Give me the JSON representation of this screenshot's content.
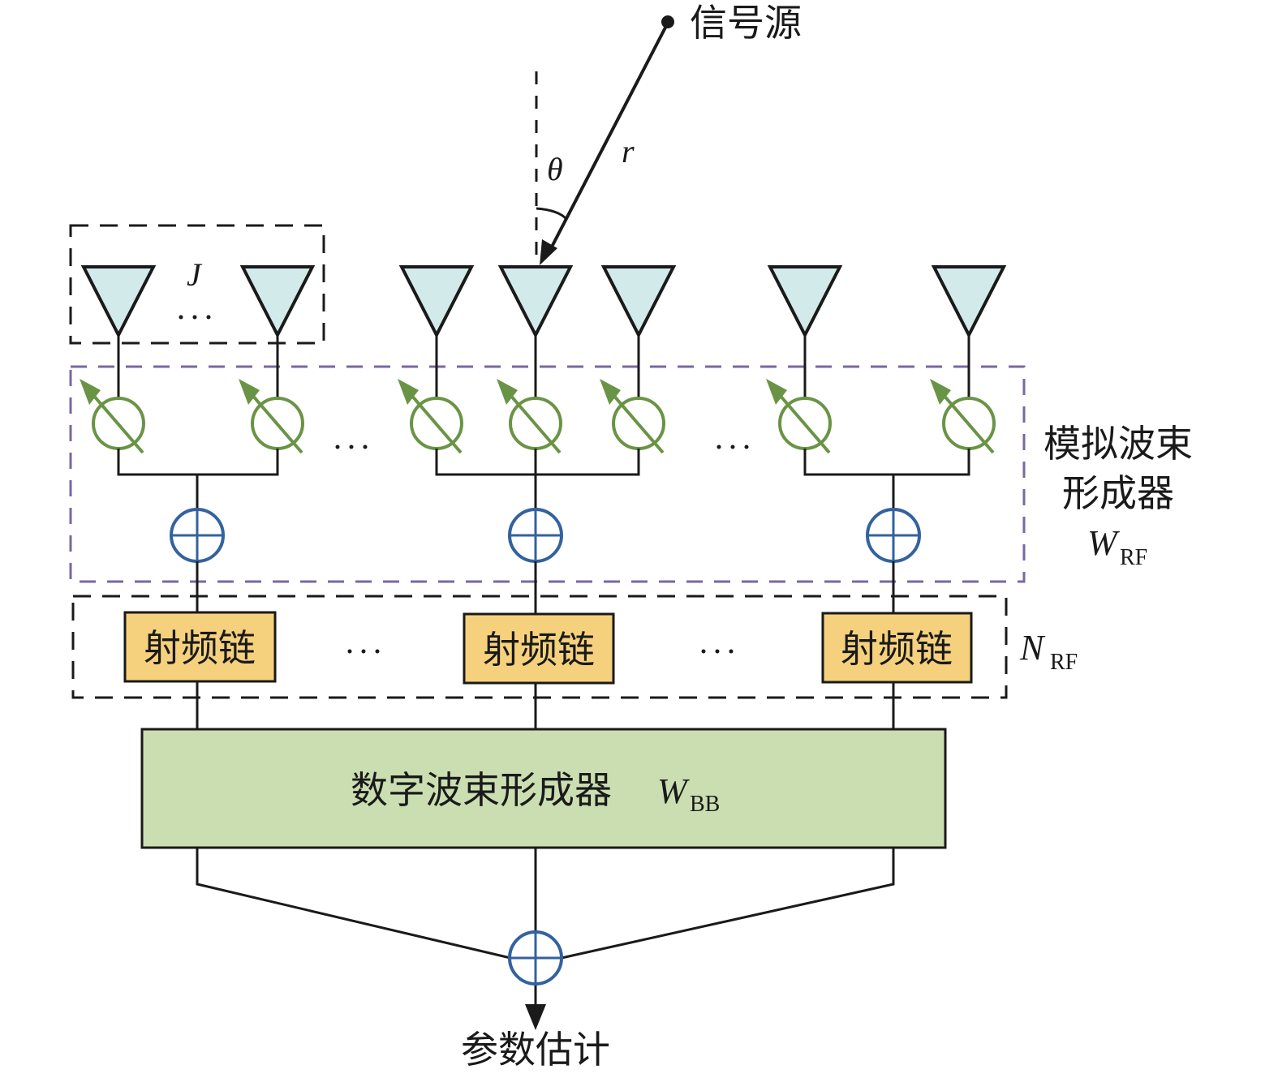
{
  "diagram": {
    "signal_source_label": "信号源",
    "distance_label": "r",
    "angle_label": "θ",
    "subarray_label": "J",
    "ellipsis": "…",
    "analog_beamformer": {
      "line1": "模拟波束",
      "line2": "形成器",
      "symbol": "W",
      "subscript": "RF"
    },
    "rf_chain_count": {
      "symbol": "N",
      "subscript": "RF"
    },
    "rf_chains": [
      {
        "label": "射频链"
      },
      {
        "label": "射频链"
      },
      {
        "label": "射频链"
      }
    ],
    "digital_beamformer": {
      "label": "数字波束形成器",
      "symbol": "W",
      "subscript": "BB"
    },
    "output_label": "参数估计",
    "colors": {
      "antenna_fill": "#d2eaea",
      "phase_shifter": "#6a9445",
      "adder": "#33629e",
      "analog_box_border": "#7a67a3",
      "rf_chain_fill": "#f6d17d",
      "digital_box_fill": "#cbdeb1"
    }
  }
}
